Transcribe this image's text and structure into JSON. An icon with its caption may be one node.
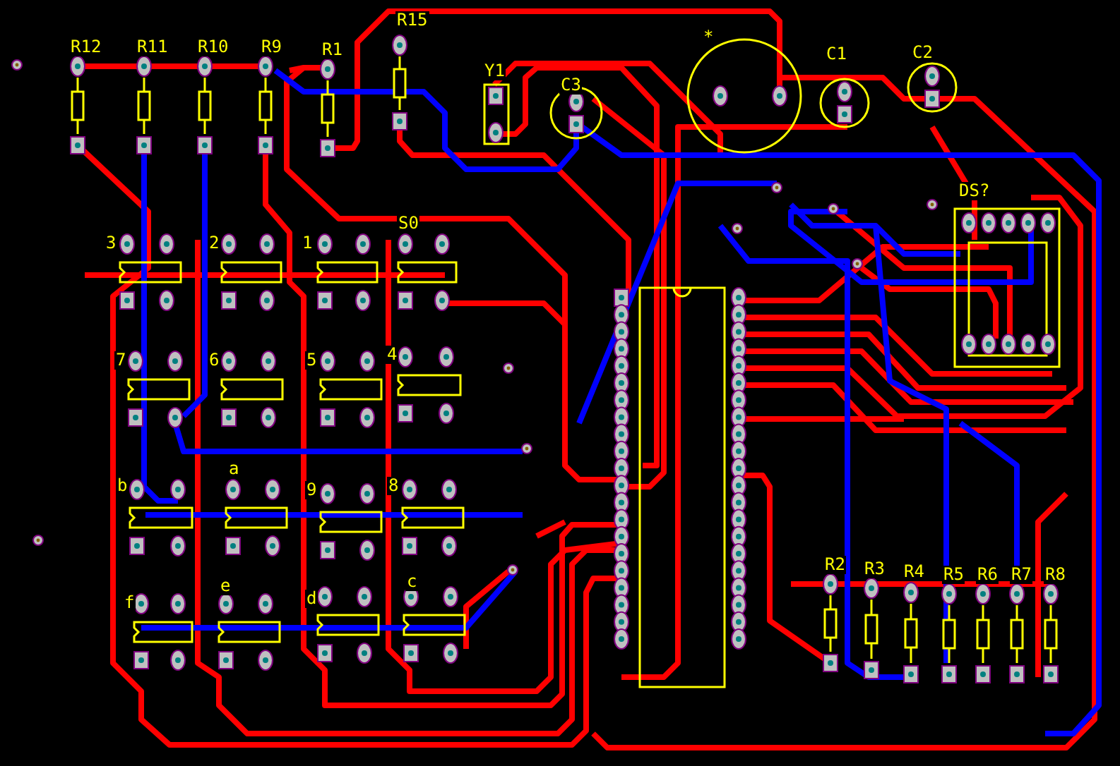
{
  "diagram": {
    "labels": [
      "R15",
      "*",
      "R12",
      "R11",
      "R10",
      "R9",
      "R1",
      "C1",
      "C2",
      "Y1",
      "C3",
      "DS?",
      "3",
      "2",
      "1",
      "S0",
      "7",
      "6",
      "5",
      "4",
      "b",
      "a",
      "9",
      "8",
      "R2",
      "R3",
      "R4",
      "R5",
      "R6",
      "R7",
      "R8",
      "f",
      "e",
      "d",
      "c"
    ]
  }
}
